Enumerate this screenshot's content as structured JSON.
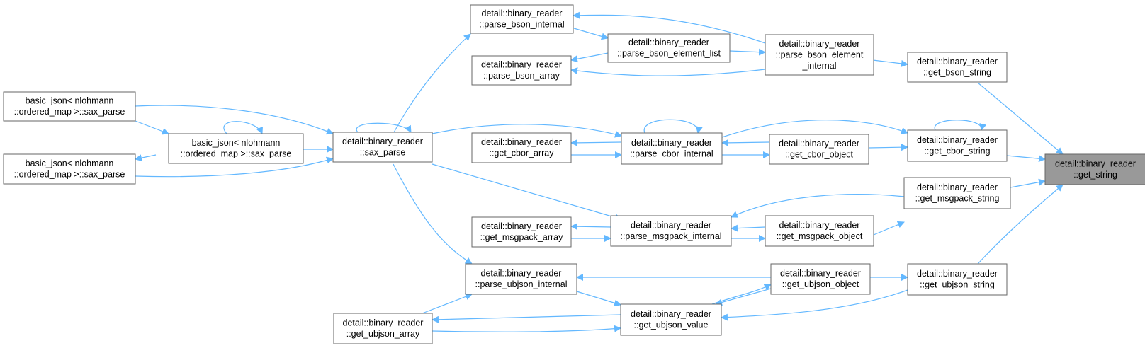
{
  "diagram": {
    "colors": {
      "edge": "#63b8ff",
      "node_border": "#666666",
      "root_fill": "#999999",
      "node_fill": "#ffffff"
    },
    "nodes": [
      {
        "id": "n0",
        "lines": [
          "detail::binary_reader",
          "::get_string"
        ],
        "root": true
      },
      {
        "id": "n1",
        "lines": [
          "detail::binary_reader",
          "::get_bson_string"
        ]
      },
      {
        "id": "n2",
        "lines": [
          "detail::binary_reader",
          "::parse_bson_element",
          "_internal"
        ]
      },
      {
        "id": "n3",
        "lines": [
          "detail::binary_reader",
          "::parse_bson_internal"
        ]
      },
      {
        "id": "n4",
        "lines": [
          "detail::binary_reader",
          "::parse_bson_element_list"
        ]
      },
      {
        "id": "n5",
        "lines": [
          "detail::binary_reader",
          "::parse_bson_array"
        ]
      },
      {
        "id": "n6",
        "lines": [
          "detail::binary_reader",
          "::sax_parse"
        ]
      },
      {
        "id": "n7",
        "lines": [
          "basic_json< nlohmann",
          "::ordered_map >::sax_parse"
        ]
      },
      {
        "id": "n8",
        "lines": [
          "basic_json< nlohmann",
          "::ordered_map >::sax_parse"
        ]
      },
      {
        "id": "n9",
        "lines": [
          "basic_json< nlohmann",
          "::ordered_map >::sax_parse"
        ]
      },
      {
        "id": "n10",
        "lines": [
          "detail::binary_reader",
          "::get_cbor_string"
        ]
      },
      {
        "id": "n11",
        "lines": [
          "detail::binary_reader",
          "::get_cbor_object"
        ]
      },
      {
        "id": "n12",
        "lines": [
          "detail::binary_reader",
          "::parse_cbor_internal"
        ]
      },
      {
        "id": "n13",
        "lines": [
          "detail::binary_reader",
          "::get_cbor_array"
        ]
      },
      {
        "id": "n14",
        "lines": [
          "detail::binary_reader",
          "::get_msgpack_string"
        ]
      },
      {
        "id": "n15",
        "lines": [
          "detail::binary_reader",
          "::get_msgpack_object"
        ]
      },
      {
        "id": "n16",
        "lines": [
          "detail::binary_reader",
          "::parse_msgpack_internal"
        ]
      },
      {
        "id": "n17",
        "lines": [
          "detail::binary_reader",
          "::get_msgpack_array"
        ]
      },
      {
        "id": "n18",
        "lines": [
          "detail::binary_reader",
          "::get_ubjson_string"
        ]
      },
      {
        "id": "n19",
        "lines": [
          "detail::binary_reader",
          "::get_ubjson_object"
        ]
      },
      {
        "id": "n20",
        "lines": [
          "detail::binary_reader",
          "::parse_ubjson_internal"
        ]
      },
      {
        "id": "n21",
        "lines": [
          "detail::binary_reader",
          "::get_ubjson_value"
        ]
      },
      {
        "id": "n22",
        "lines": [
          "detail::binary_reader",
          "::get_ubjson_array"
        ]
      }
    ]
  }
}
